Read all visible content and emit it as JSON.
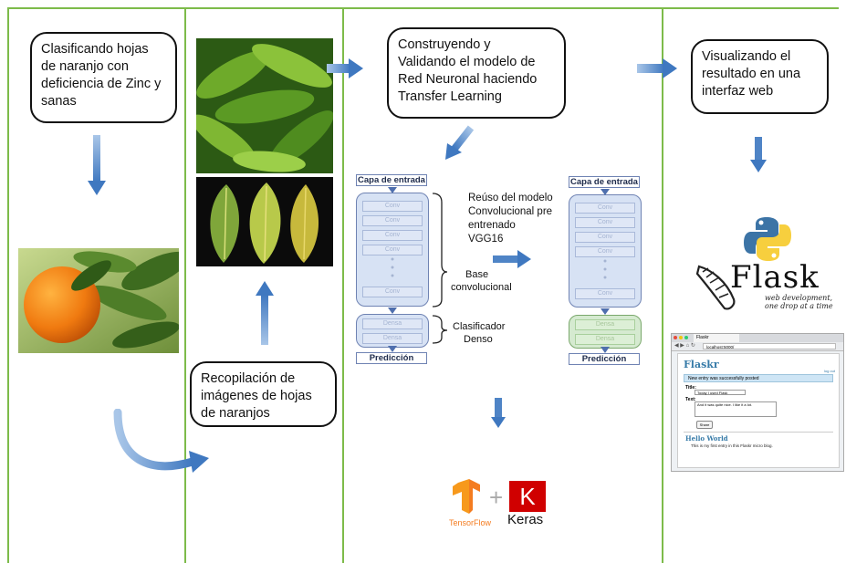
{
  "colors": {
    "divider": "#7dbb4a",
    "arrow": "#4f84c6",
    "cnn_block": "#d7e2f4",
    "dense_trained": "#d5ead0"
  },
  "steps": {
    "step1": {
      "lines": [
        "Clasificando hojas",
        "de naranjo con",
        "deficiencia de Zinc y",
        "sanas"
      ]
    },
    "step2": {
      "lines": [
        "Recopilación de",
        "imágenes de hojas",
        "de naranjos"
      ]
    },
    "step3": {
      "lines": [
        "Construyendo y",
        "Validando el modelo de",
        "Red Neuronal haciendo",
        "Transfer Learning"
      ]
    },
    "step4": {
      "lines": [
        "Visualizando el",
        "resultado en una",
        "interfaz web"
      ]
    }
  },
  "cnn": {
    "input_label": "Capa de entrada",
    "output_label": "Predicción",
    "conv_label": "Conv",
    "dense_label": "Densa",
    "base_label": [
      "Base",
      "convolucional"
    ],
    "classifier_label": [
      "Clasificador",
      "Denso"
    ],
    "reuse_text": [
      "Reúso del modelo",
      "Convolucional pre",
      "entrenado",
      "VGG16"
    ]
  },
  "logos": {
    "tensorflow": "TensorFlow",
    "keras_letter": "K",
    "keras": "Keras",
    "plus": "+",
    "flask": "Flask",
    "flask_tagline": [
      "web development,",
      "one drop at a time"
    ]
  },
  "flaskr_app": {
    "tab": "Flaskr",
    "url": "localhost:5000/",
    "title": "Flaskr",
    "logout": "log out",
    "flash": "New entry was successfully posted",
    "title_label": "Title:",
    "title_value": "Today I used Flask",
    "text_label": "Text:",
    "text_value": "And it was quite nice. I like it a lot.",
    "share_button": "Share",
    "entry_title": "Hello World",
    "entry_text": "This is my first entry in this Flaskr micro blog."
  }
}
